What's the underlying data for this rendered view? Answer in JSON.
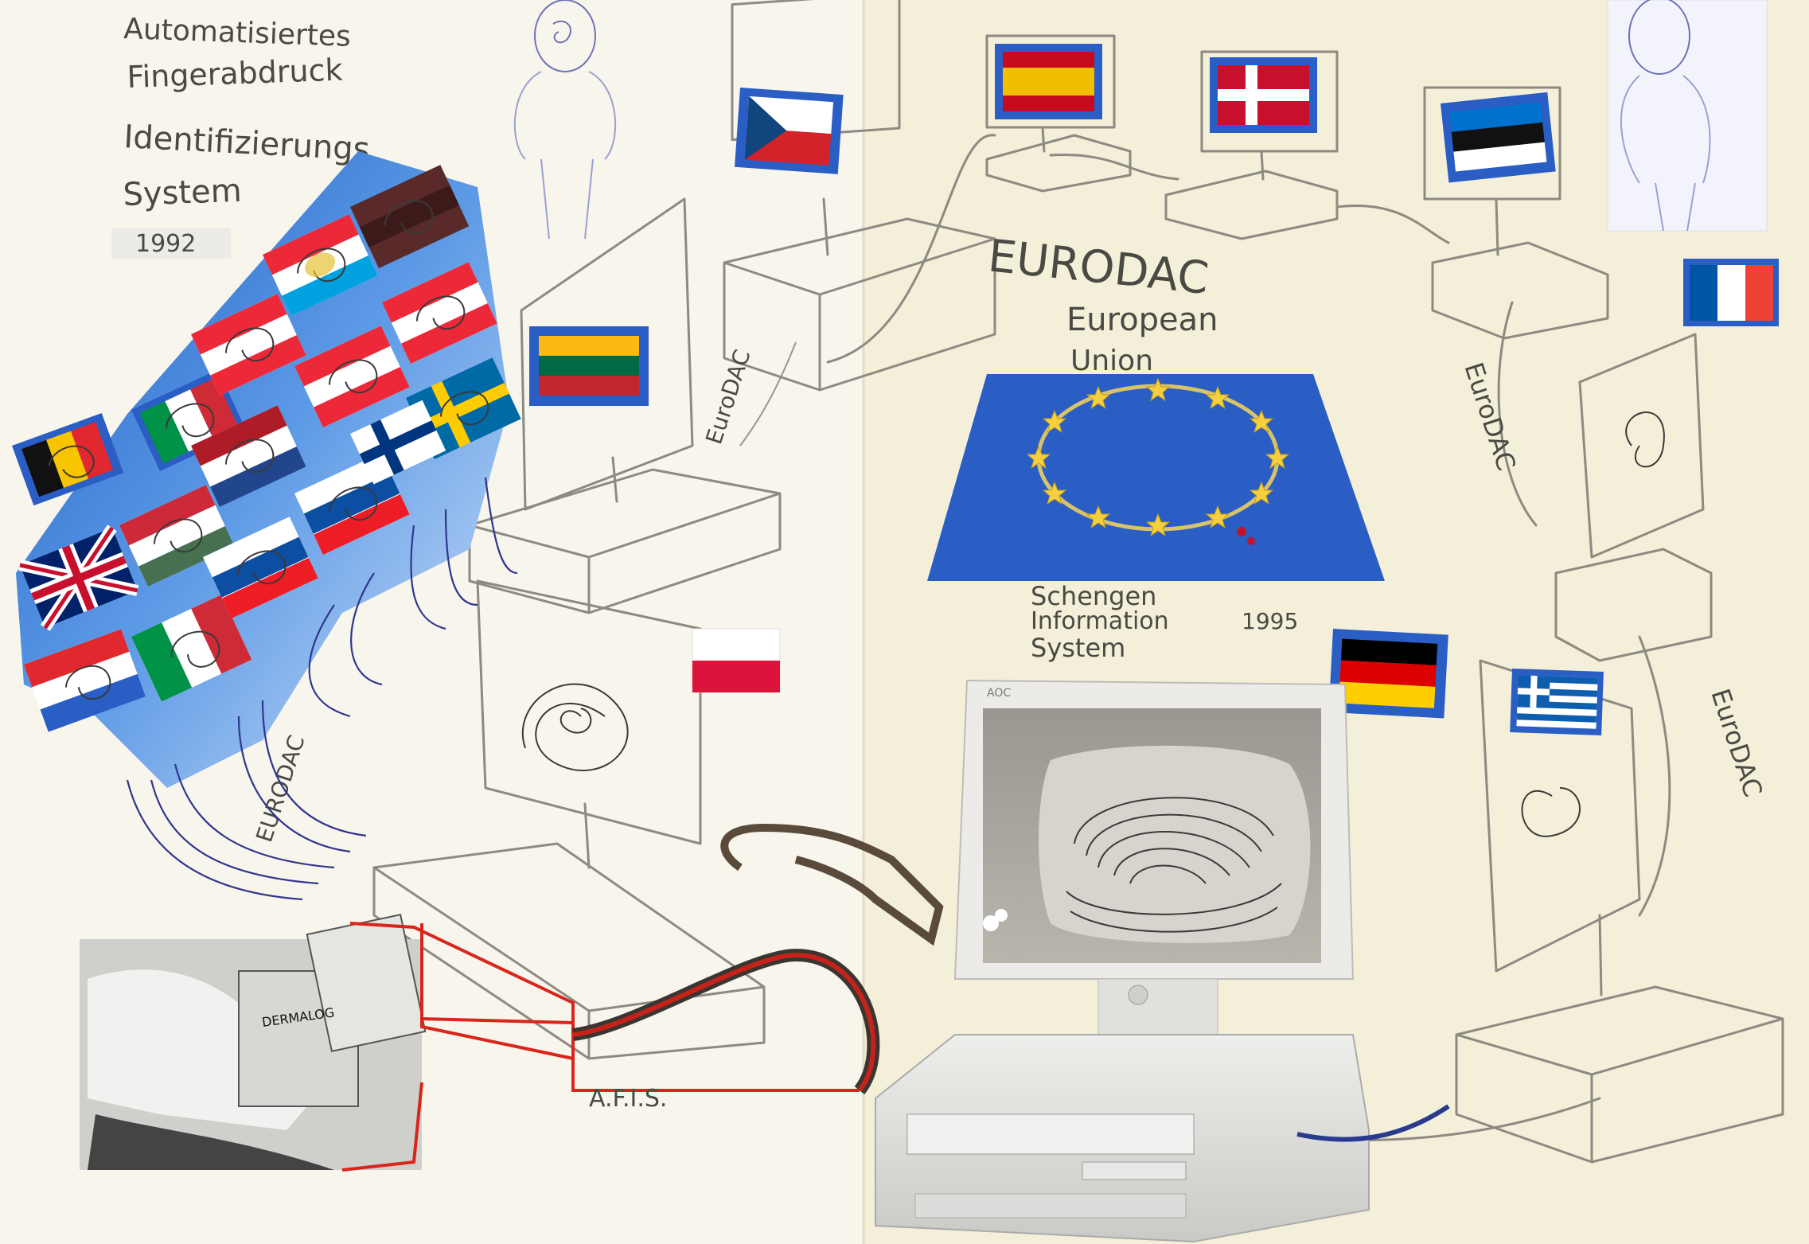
{
  "title_lines": [
    "Automatisiertes",
    "Fingerabdruck",
    "Identifizierungs",
    "System"
  ],
  "title_year": "1992",
  "eu_label_lines": [
    "European",
    "Union"
  ],
  "sis_label_lines": [
    "Schengen",
    "Information",
    "System"
  ],
  "sis_year": "1995",
  "afis_label": "A.F.I.S.",
  "eurodac_labels": [
    "EuroDAC",
    "EURODAC",
    "EuroDAC",
    "EuroDAC",
    "EURODAC"
  ],
  "dermalog_label": "DERMALOG",
  "monitor_brand": "AOC",
  "colors": {
    "paper_left": "#f8f5ec",
    "paper_right": "#f4efd8",
    "sky": "#2b6fd0",
    "eu_blue": "#2a5ec4",
    "eu_star": "#f4d03f",
    "red_wire": "#d8261c",
    "pencil": "#8d8a82"
  },
  "flags": [
    "czech-republic",
    "spain",
    "denmark",
    "estonia",
    "france",
    "lithuania",
    "poland",
    "germany",
    "greece",
    "belgium",
    "united-kingdom",
    "italy",
    "netherlands",
    "sweden",
    "slovakia",
    "austria",
    "hungary",
    "luxembourg"
  ]
}
